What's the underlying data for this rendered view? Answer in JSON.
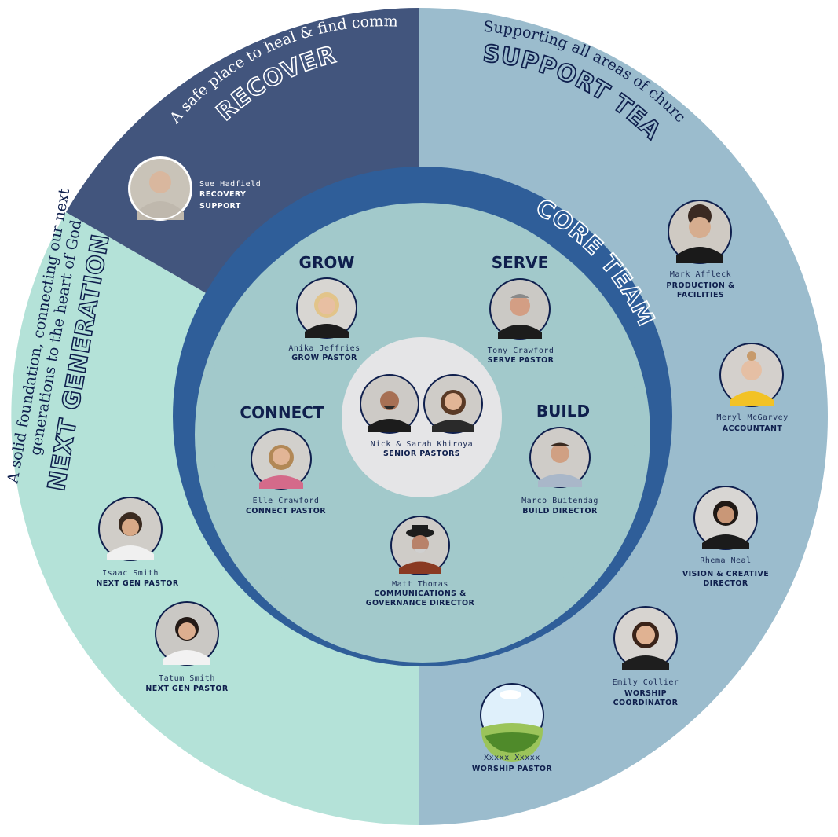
{
  "sections": {
    "recovery": {
      "tagline": "A safe place to heal & find community",
      "title": "RECOVERY",
      "people": [
        {
          "name": "Sue Hadfield",
          "role": [
            "RECOVERY",
            "SUPPORT"
          ]
        }
      ]
    },
    "support": {
      "tagline": "Supporting all areas of church life",
      "title": "SUPPORT TEAM",
      "people": [
        {
          "name": "Mark Affleck",
          "role": [
            "PRODUCTION &",
            "FACILITIES"
          ]
        },
        {
          "name": "Meryl McGarvey",
          "role": [
            "ACCOUNTANT"
          ]
        },
        {
          "name": "Rhema Neal",
          "role": [
            "VISION & CREATIVE",
            "DIRECTOR"
          ]
        },
        {
          "name": "Emily Collier",
          "role": [
            "WORSHIP",
            "COORDINATOR"
          ]
        },
        {
          "name": "Xxxxx Xxxxx",
          "role": [
            "WORSHIP PASTOR"
          ]
        }
      ]
    },
    "nextgen": {
      "tagline_line1": "A solid foundation, connecting our next",
      "tagline_line2": "generations to the heart of God",
      "title": "NEXT GENERATION",
      "people": [
        {
          "name": "Isaac Smith",
          "role": [
            "NEXT GEN PASTOR"
          ]
        },
        {
          "name": "Tatum Smith",
          "role": [
            "NEXT GEN PASTOR"
          ]
        }
      ]
    },
    "core": {
      "title": "CORE TEAM",
      "areas": {
        "grow": {
          "title": "GROW",
          "name": "Anika Jeffries",
          "role": [
            "GROW PASTOR"
          ]
        },
        "serve": {
          "title": "SERVE",
          "name": "Tony Crawford",
          "role": [
            "SERVE PASTOR"
          ]
        },
        "connect": {
          "title": "CONNECT",
          "name": "Elle Crawford",
          "role": [
            "CONNECT PASTOR"
          ]
        },
        "build": {
          "title": "BUILD",
          "name": "Marco Buitendag",
          "role": [
            "BUILD DIRECTOR"
          ]
        }
      },
      "comms": {
        "name": "Matt Thomas",
        "role": [
          "COMMUNICATIONS &",
          "GOVERNANCE DIRECTOR"
        ]
      },
      "senior": {
        "name": "Nick & Sarah Khiroya",
        "role": [
          "SENIOR PASTORS"
        ]
      }
    }
  },
  "colors": {
    "recovery": "#42557d",
    "support": "#9bbccd",
    "nextgen": "#b4e2d8",
    "core_ring": "#2f5e99",
    "core_inner": "#a2c9cb",
    "center": "#e5e5e7",
    "navy_text": "#0f1f4d"
  }
}
